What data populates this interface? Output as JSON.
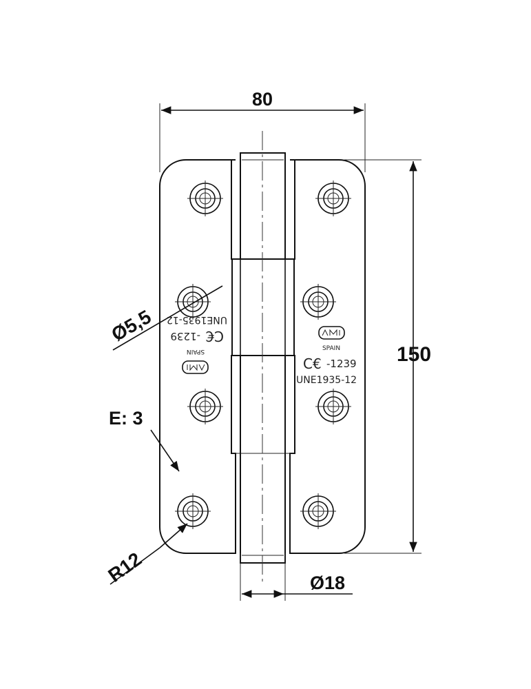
{
  "dimensions": {
    "width": "80",
    "height": "150",
    "hole_diameter": "Ø5,5",
    "thickness": "E: 3",
    "corner_radius": "R12",
    "knuckle_diameter": "Ø18"
  },
  "markings": {
    "standard": "UNE1935-12",
    "ce_mark": "C€",
    "ce_number": "-1239",
    "logo_text": "SPAIN",
    "logo_icon": "amig-logo-icon"
  },
  "colors": {
    "line": "#111111",
    "background": "#ffffff"
  }
}
